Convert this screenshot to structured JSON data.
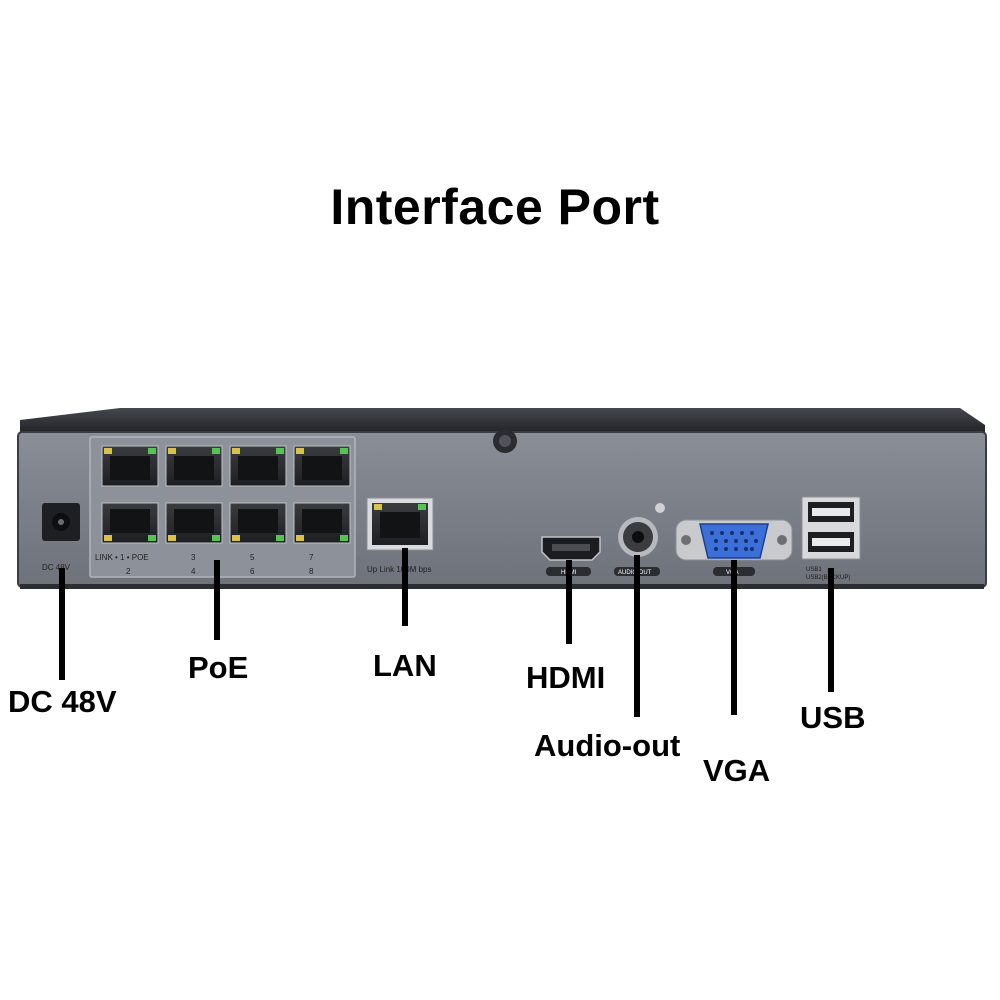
{
  "title": "Interface Port",
  "callouts": {
    "dc": "DC 48V",
    "poe": "PoE",
    "lan": "LAN",
    "hdmi": "HDMI",
    "audio": "Audio-out",
    "vga": "VGA",
    "usb": "USB"
  },
  "panel_text": {
    "dc": "DC 48V",
    "poe_legend": "LINK • 1  • POE",
    "port_numbers_top": [
      "3",
      "5",
      "7"
    ],
    "port_numbers_bottom": [
      "2",
      "4",
      "6",
      "8"
    ],
    "uplink": "Up Link 100M bps",
    "hdmi": "HDMI",
    "audio": "AUDIO OUT",
    "vga": "VGA",
    "usb_1": "USB1",
    "usb_2": "USB2(BACKUP)"
  },
  "colors": {
    "chassis": "#7c8088",
    "chassis_top": "#2c2f34",
    "port_led_green": "#56c452",
    "port_led_amber": "#d7c24a",
    "vga_blue": "#3d6fd8"
  }
}
